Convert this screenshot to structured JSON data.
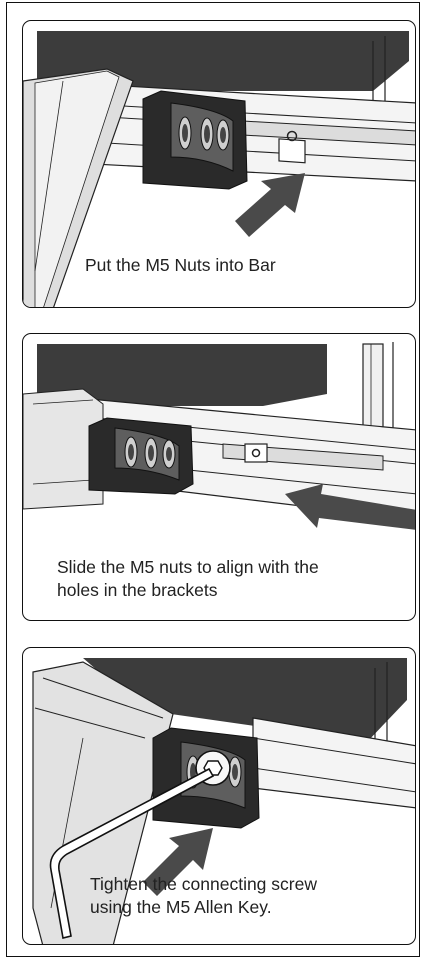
{
  "steps": [
    {
      "lines": [
        "Put the M5 Nuts into Bar"
      ]
    },
    {
      "lines": [
        "Slide the M5 nuts to align with the",
        "holes in the brackets"
      ]
    },
    {
      "lines": [
        "Tighten the connecting screw",
        "using the M5 Allen Key."
      ]
    }
  ],
  "colors": {
    "dark_panel": "#3c3c3c",
    "arrow": "#4a4a4a",
    "bracket": "#2a2a2a",
    "border": "#111111"
  }
}
